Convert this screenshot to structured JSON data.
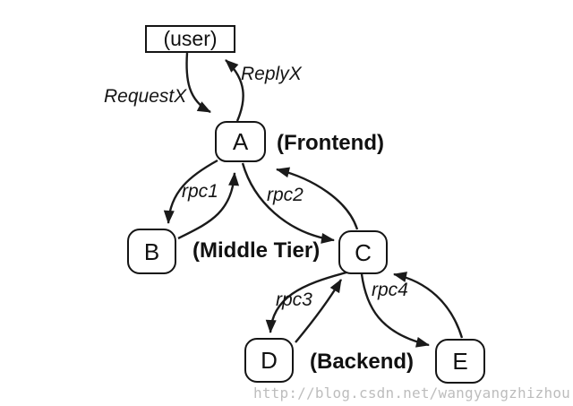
{
  "diagram": {
    "nodes": {
      "user": {
        "label": "(user)"
      },
      "a": {
        "label": "A"
      },
      "b": {
        "label": "B"
      },
      "c": {
        "label": "C"
      },
      "d": {
        "label": "D"
      },
      "e": {
        "label": "E"
      }
    },
    "tier_labels": {
      "frontend": "(Frontend)",
      "middle_tier": "(Middle Tier)",
      "backend": "(Backend)"
    },
    "tiers": {
      "frontend": [
        "A"
      ],
      "middle_tier": [
        "B",
        "C"
      ],
      "backend": [
        "D",
        "E"
      ]
    },
    "edges": [
      {
        "from": "user",
        "to": "A",
        "label": "RequestX"
      },
      {
        "from": "A",
        "to": "user",
        "label": "ReplyX"
      },
      {
        "from": "A",
        "to": "B",
        "label": "rpc1",
        "bidirectional": true
      },
      {
        "from": "A",
        "to": "C",
        "label": "rpc2",
        "bidirectional": true
      },
      {
        "from": "C",
        "to": "D",
        "label": "rpc3",
        "bidirectional": true
      },
      {
        "from": "C",
        "to": "E",
        "label": "rpc4",
        "bidirectional": true
      }
    ],
    "colors": {
      "line": "#1a1a1a",
      "node_border": "#141414",
      "background": "#ffffff",
      "watermark": "#bdbdbd"
    }
  },
  "watermark": {
    "text": "http://blog.csdn.net/wangyangzhizhou"
  }
}
